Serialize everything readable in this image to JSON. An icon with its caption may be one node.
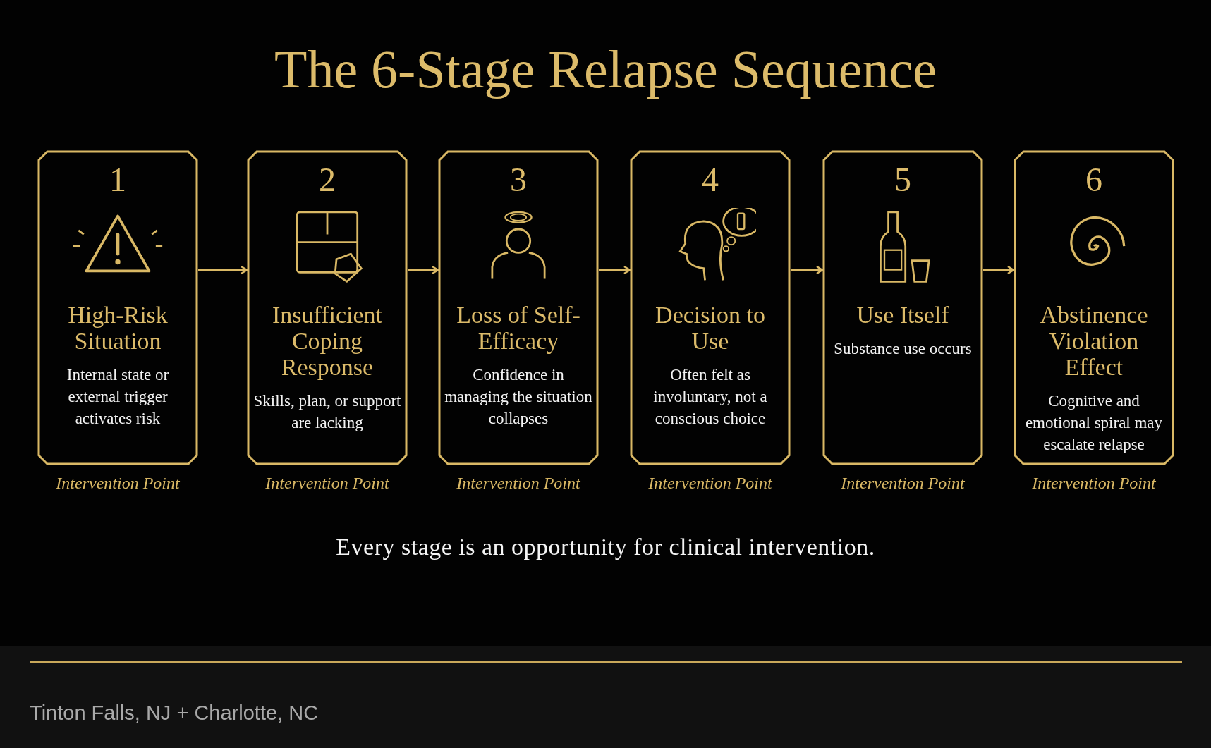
{
  "diagram": {
    "title": "The 6-Stage Relapse Sequence",
    "caption": "Every stage is an opportunity for clinical intervention.",
    "nodes": [
      {
        "text": [
          "1",
          "High-Risk Situation",
          "Internal state or external trigger activates risk"
        ],
        "beside": [
          "Intervention Point"
        ]
      },
      {
        "text": [
          "2",
          "Insufficient Coping Response",
          "Skills, plan, or support are lacking"
        ],
        "beside": [
          "Intervention Point"
        ]
      },
      {
        "text": [
          "3",
          "Loss of Self-Efficacy",
          "Confidence in managing the situation collapses"
        ],
        "beside": [
          "Intervention Point"
        ]
      },
      {
        "text": [
          "4",
          "Decision to Use",
          "Often felt as involuntary, not a conscious choice"
        ],
        "beside": [
          "Intervention Point"
        ]
      },
      {
        "text": [
          "5",
          "Use Itself",
          "Substance use occurs"
        ],
        "beside": [
          "Intervention Point"
        ]
      },
      {
        "text": [
          "6",
          "Abstinence Violation Effect",
          "Cognitive and emotional spiral may escalate relapse"
        ],
        "beside": [
          "Intervention Point"
        ]
      }
    ],
    "edges": [
      {
        "from": 0,
        "to": 1,
        "arrow": "to"
      },
      {
        "from": 1,
        "to": 2,
        "arrow": "to"
      },
      {
        "from": 2,
        "to": 3,
        "arrow": "to"
      },
      {
        "from": 3,
        "to": 4,
        "arrow": "to"
      },
      {
        "from": 4,
        "to": 5,
        "arrow": "to"
      }
    ],
    "labels": [
      "Tinton Falls, NJ + Charlotte, NC"
    ]
  }
}
